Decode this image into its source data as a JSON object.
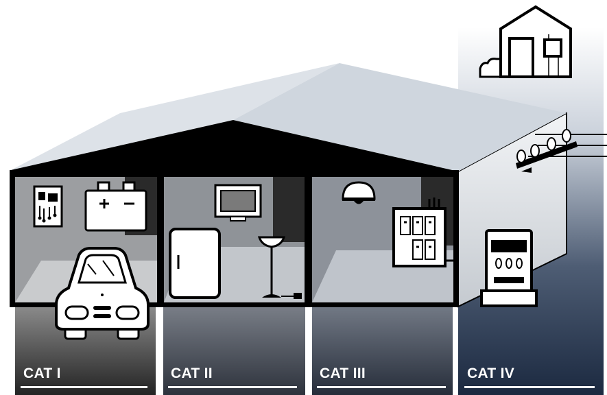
{
  "categories": [
    {
      "label": "CAT I"
    },
    {
      "label": "CAT II"
    },
    {
      "label": "CAT III"
    },
    {
      "label": "CAT IV"
    }
  ],
  "icons": [
    "circuit-board-icon",
    "battery-icon",
    "car-icon",
    "tv-icon",
    "refrigerator-icon",
    "floor-lamp-icon",
    "ceiling-light-icon",
    "breaker-panel-icon",
    "power-line-insulators-icon",
    "electric-meter-icon",
    "outbuilding-icon"
  ],
  "colors": {
    "cat1": "#2a2a2a",
    "cat2": "#3a3f49",
    "cat3": "#343a46",
    "cat4": "#1e2c44",
    "roof": "#d7dde4",
    "wall_gray": "#9a9c9f",
    "outline": "#000000"
  }
}
